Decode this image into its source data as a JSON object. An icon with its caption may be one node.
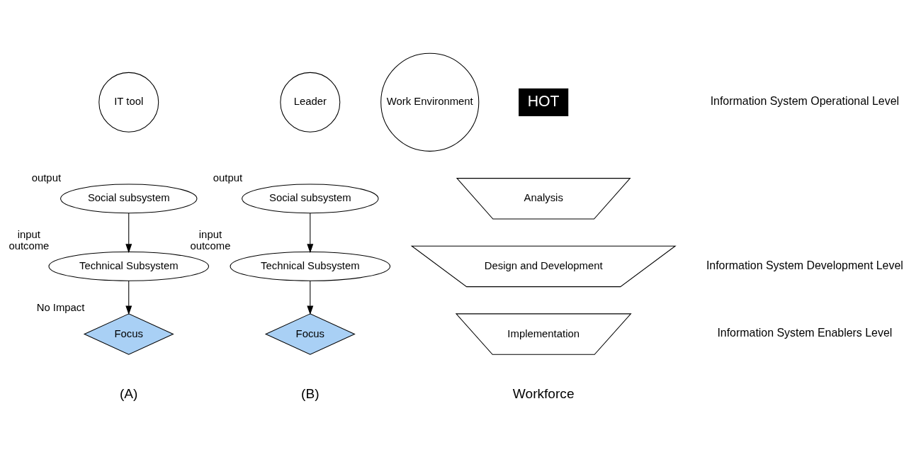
{
  "diagram": {
    "nodes": [
      {
        "text": [
          "IT tool"
        ]
      },
      {
        "text": [
          "Leader"
        ]
      },
      {
        "text": [
          "Work Environment"
        ]
      },
      {
        "text": [
          "HOT"
        ]
      },
      {
        "text": [
          "Social subsystem"
        ],
        "beside": [
          "output"
        ]
      },
      {
        "text": [
          "Technical Subsystem"
        ],
        "beside": [
          "input",
          "outcome"
        ]
      },
      {
        "text": [
          "Focus"
        ],
        "beside": [
          "No Impact"
        ]
      },
      {
        "text": [
          "Social subsystem"
        ],
        "beside": [
          "output"
        ]
      },
      {
        "text": [
          "Technical Subsystem"
        ],
        "beside": [
          "input",
          "outcome"
        ]
      },
      {
        "text": [
          "Focus"
        ]
      },
      {
        "text": [
          "Analysis"
        ]
      },
      {
        "text": [
          "Design and Development"
        ]
      },
      {
        "text": [
          "Implementation"
        ]
      }
    ],
    "edges": [
      {
        "from": 4,
        "to": 5,
        "arrow": "to"
      },
      {
        "from": 5,
        "to": 6,
        "arrow": "to"
      },
      {
        "from": 7,
        "to": 8,
        "arrow": "to"
      },
      {
        "from": 8,
        "to": 9,
        "arrow": "to"
      }
    ],
    "labels": [
      "Information System Operational Level",
      "Information System Development Level",
      "Information System Enablers Level",
      "Workforce",
      "(A)",
      "(B)"
    ]
  }
}
